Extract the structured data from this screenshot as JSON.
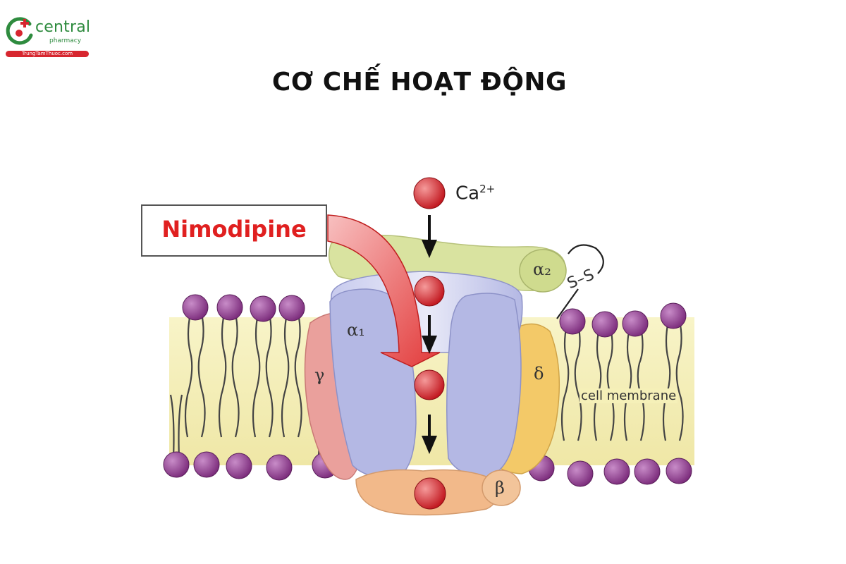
{
  "logo": {
    "name": "central",
    "sub": "pharmacy",
    "url": "TrungTamThuoc.com",
    "colors": {
      "green": "#2e8b3e",
      "red": "#d7262f"
    }
  },
  "page": {
    "title": "CƠ CHẾ HOẠT ĐỘNG"
  },
  "diagram": {
    "drug_label": "Nimodipine",
    "ion_label": "Ca",
    "ion_charge": "2+",
    "subunits": {
      "alpha1": "α₁",
      "alpha2": "α₂",
      "gamma": "γ",
      "delta": "δ",
      "beta": "β",
      "disulfide": "S–S"
    },
    "membrane_label": "cell membrane",
    "colors": {
      "lipid_head": "#8e3d8e",
      "membrane_band": "#f5f0b8",
      "alpha1": "#b9bde6",
      "alpha2": "#d9e3a0",
      "gamma": "#e89a96",
      "delta": "#f3c968",
      "beta": "#f2b98a",
      "ion": "#d2232a",
      "drug": "#e02020"
    }
  }
}
